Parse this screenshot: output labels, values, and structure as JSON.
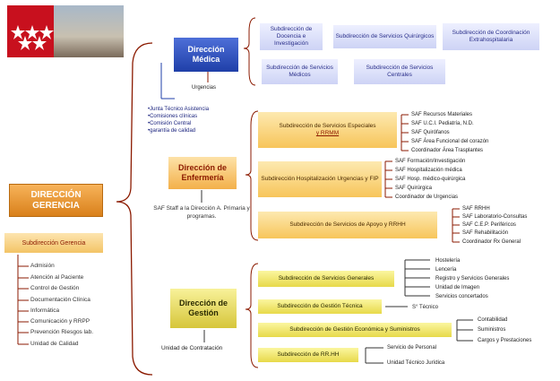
{
  "root": {
    "label": "DIRECCIÓN GERENCIA"
  },
  "gerencia": {
    "sub_label": "Subdirección Gerencia",
    "items": [
      "Admisión",
      "Atención al Paciente",
      "Control de Gestión",
      "Documentación Clínica",
      "Informática",
      "Comunicación y RRPP",
      "Prevención Riesgos lab.",
      "Unidad de Calidad"
    ]
  },
  "medica": {
    "label": "Dirección Médica",
    "urgencias": "Urgencias",
    "junta": [
      "•Junta Técnico Asistencia",
      "•Comisiones clínicas",
      "•Comisión Central",
      "•garantía de calidad"
    ],
    "subs": [
      "Subdirección de Docencia e Investigación",
      "Subdirección de Servicios Quirúrgicos",
      "Subdirección de Coordinación Extrahospitalaria",
      "Subdirección de Servicios Médicos",
      "Subdirección de Servicios Centrales"
    ]
  },
  "enfermeria": {
    "label": "Dirección de Enfermería",
    "saf": "SAF Staff a la Dirección A. Primaria y programas.",
    "sub1": {
      "label": "Subdirección de Servicios Especiales",
      "label2": "y RRMM",
      "items": [
        "SAF Recursos Materiales",
        "SAF U.C.I. Pediatría, N.D.",
        "SAF Quirófanos",
        "SAF Área Funcional del corazón",
        "Coordinador Área Trasplantes"
      ]
    },
    "sub2": {
      "label": "Subdirección Hospitalización Urgencias y FIP",
      "items": [
        "SAF Formación/Investigación",
        "SAF Hospitalización médica",
        "SAF Hosp. médico-quirúrgica",
        "SAF Quirúrgica",
        "Coordinador de Urgencias"
      ]
    },
    "sub3": {
      "label": "Subdirección de Servicios de Apoyo y RRHH",
      "items": [
        "SAF RRHH",
        "SAF Laboratorio-Consultas",
        "SAF C.E.P. Periféricos",
        "SAF Rehabilitación",
        "Coordinador Rx General"
      ]
    }
  },
  "gestion": {
    "label": "Dirección de Gestión",
    "unidad": "Unidad de Contratación",
    "sub1": {
      "label": "Subdirección de Servicios Generales",
      "items": [
        "Hostelería",
        "Lencería",
        "Registro y Servicios Generales",
        "Unidad de Imagen",
        "Servicios concertados"
      ]
    },
    "sub2": {
      "label": "Subdirección de Gestión Técnica",
      "items": [
        "S° Técnico"
      ]
    },
    "sub3": {
      "label": "Subdirección de Gestión Económica y Suministros",
      "items": [
        "Contabilidad",
        "Suministros",
        "Cargos y Prestaciones"
      ]
    },
    "sub4": {
      "label": "Subdirección de RR.HH",
      "items": [
        "Servicio de Personal",
        "Unidad Técnico Jurídica"
      ]
    }
  },
  "colors": {
    "maroon": "#8b1a00",
    "blue": "#1f3fa8",
    "orange": "#f5a623"
  }
}
